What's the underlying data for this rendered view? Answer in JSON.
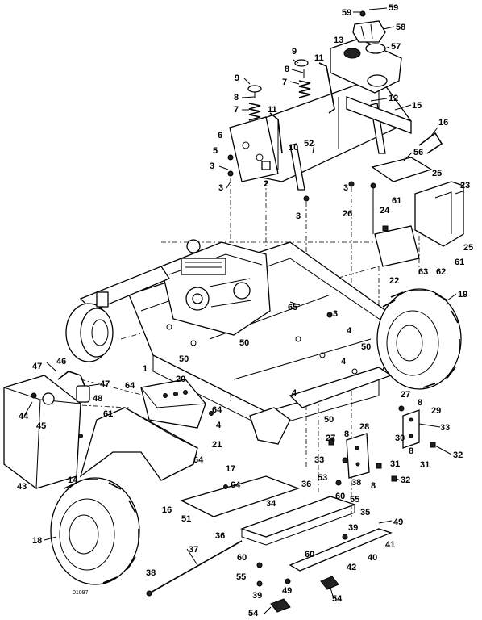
{
  "drawing_number": "01097",
  "callouts": [
    {
      "id": "c59a",
      "text": "59"
    },
    {
      "id": "c59b",
      "text": "59"
    },
    {
      "id": "c58",
      "text": "58"
    },
    {
      "id": "c13",
      "text": "13"
    },
    {
      "id": "c57",
      "text": "57"
    },
    {
      "id": "c9a",
      "text": "9"
    },
    {
      "id": "c8a",
      "text": "8"
    },
    {
      "id": "c11a",
      "text": "11"
    },
    {
      "id": "c7a",
      "text": "7"
    },
    {
      "id": "c9b",
      "text": "9"
    },
    {
      "id": "c8b",
      "text": "8"
    },
    {
      "id": "c12",
      "text": "12"
    },
    {
      "id": "c15",
      "text": "15"
    },
    {
      "id": "c7b",
      "text": "7"
    },
    {
      "id": "c11b",
      "text": "11"
    },
    {
      "id": "c16a",
      "text": "16"
    },
    {
      "id": "c6",
      "text": "6"
    },
    {
      "id": "c10",
      "text": "10"
    },
    {
      "id": "c52",
      "text": "52"
    },
    {
      "id": "c5",
      "text": "5"
    },
    {
      "id": "c56",
      "text": "56"
    },
    {
      "id": "c3a",
      "text": "3"
    },
    {
      "id": "c2",
      "text": "2"
    },
    {
      "id": "c3b",
      "text": "3"
    },
    {
      "id": "c3c",
      "text": "3"
    },
    {
      "id": "c25a",
      "text": "25"
    },
    {
      "id": "c23",
      "text": "23"
    },
    {
      "id": "c3d",
      "text": "3"
    },
    {
      "id": "c26",
      "text": "26"
    },
    {
      "id": "c61a",
      "text": "61"
    },
    {
      "id": "c24",
      "text": "24"
    },
    {
      "id": "c25b",
      "text": "25"
    },
    {
      "id": "c61b",
      "text": "61"
    },
    {
      "id": "c22",
      "text": "22"
    },
    {
      "id": "c63",
      "text": "63"
    },
    {
      "id": "c62",
      "text": "62"
    },
    {
      "id": "c19",
      "text": "19"
    },
    {
      "id": "c65",
      "text": "65"
    },
    {
      "id": "c3e",
      "text": "3"
    },
    {
      "id": "c4a",
      "text": "4"
    },
    {
      "id": "c50a",
      "text": "50"
    },
    {
      "id": "c50b",
      "text": "50"
    },
    {
      "id": "c50c",
      "text": "50"
    },
    {
      "id": "c4b",
      "text": "4"
    },
    {
      "id": "c1",
      "text": "1"
    },
    {
      "id": "c46",
      "text": "46"
    },
    {
      "id": "c47a",
      "text": "47"
    },
    {
      "id": "c47b",
      "text": "47"
    },
    {
      "id": "c48",
      "text": "48"
    },
    {
      "id": "c44",
      "text": "44"
    },
    {
      "id": "c45",
      "text": "45"
    },
    {
      "id": "c20",
      "text": "20"
    },
    {
      "id": "c64a",
      "text": "64"
    },
    {
      "id": "c61c",
      "text": "61"
    },
    {
      "id": "c64b",
      "text": "64"
    },
    {
      "id": "c4c",
      "text": "4"
    },
    {
      "id": "c4d",
      "text": "4"
    },
    {
      "id": "c50d",
      "text": "50"
    },
    {
      "id": "c27a",
      "text": "27"
    },
    {
      "id": "c29",
      "text": "29"
    },
    {
      "id": "c8c",
      "text": "8"
    },
    {
      "id": "c28",
      "text": "28"
    },
    {
      "id": "c33a",
      "text": "33"
    },
    {
      "id": "c8d",
      "text": "8"
    },
    {
      "id": "c30",
      "text": "30"
    },
    {
      "id": "c27b",
      "text": "27"
    },
    {
      "id": "c21",
      "text": "21"
    },
    {
      "id": "c8e",
      "text": "8"
    },
    {
      "id": "c31a",
      "text": "31"
    },
    {
      "id": "c32a",
      "text": "32"
    },
    {
      "id": "c33b",
      "text": "33"
    },
    {
      "id": "c64c",
      "text": "64"
    },
    {
      "id": "c31b",
      "text": "31"
    },
    {
      "id": "c43",
      "text": "43"
    },
    {
      "id": "c17",
      "text": "17"
    },
    {
      "id": "c14",
      "text": "14"
    },
    {
      "id": "c8f",
      "text": "8"
    },
    {
      "id": "c32b",
      "text": "32"
    },
    {
      "id": "c64d",
      "text": "64"
    },
    {
      "id": "c53",
      "text": "53"
    },
    {
      "id": "c38a",
      "text": "38"
    },
    {
      "id": "c36a",
      "text": "36"
    },
    {
      "id": "c16b",
      "text": "16"
    },
    {
      "id": "c60a",
      "text": "60"
    },
    {
      "id": "c55a",
      "text": "55"
    },
    {
      "id": "c51",
      "text": "51"
    },
    {
      "id": "c34",
      "text": "34"
    },
    {
      "id": "c35",
      "text": "35"
    },
    {
      "id": "c49a",
      "text": "49"
    },
    {
      "id": "c39a",
      "text": "39"
    },
    {
      "id": "c41",
      "text": "41"
    },
    {
      "id": "c36b",
      "text": "36"
    },
    {
      "id": "c18",
      "text": "18"
    },
    {
      "id": "c37",
      "text": "37"
    },
    {
      "id": "c60b",
      "text": "60"
    },
    {
      "id": "c40",
      "text": "40"
    },
    {
      "id": "c60c",
      "text": "60"
    },
    {
      "id": "c42",
      "text": "42"
    },
    {
      "id": "c38b",
      "text": "38"
    },
    {
      "id": "c55b",
      "text": "55"
    },
    {
      "id": "c39b",
      "text": "39"
    },
    {
      "id": "c49b",
      "text": "49"
    },
    {
      "id": "c54a",
      "text": "54"
    },
    {
      "id": "c54b",
      "text": "54"
    }
  ]
}
